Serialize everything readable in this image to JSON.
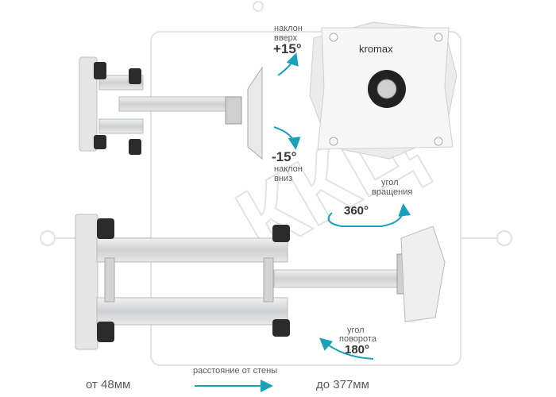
{
  "tilt_up": {
    "line1": "наклон",
    "line2": "вверх",
    "angle": "+15°"
  },
  "tilt_down": {
    "angle": "-15°",
    "line1": "наклон",
    "line2": "вниз"
  },
  "rotation": {
    "line1": "угол",
    "line2": "вращения",
    "angle": "360°"
  },
  "swivel": {
    "line1": "угол",
    "line2": "поворота",
    "angle": "180°"
  },
  "distance": {
    "min": "от 48мм",
    "label": "расстояние от стены",
    "max": "до 377мм"
  },
  "brand": {
    "name": "kromax"
  },
  "watermark": {
    "text": "ККЦ"
  },
  "colors": {
    "accent": "#1aa0b8",
    "metal": "#d9dadb",
    "dark": "#2b2b2b"
  }
}
